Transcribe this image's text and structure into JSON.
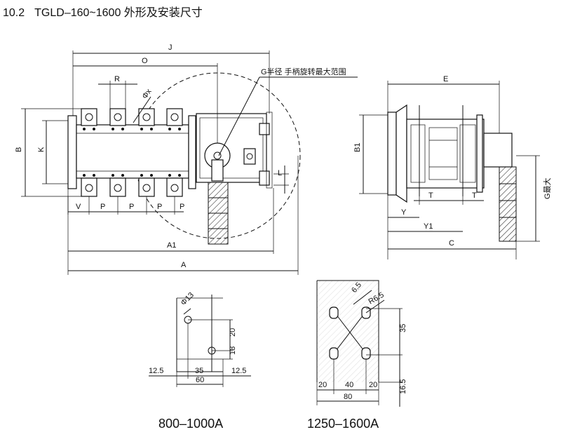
{
  "header": {
    "section_number": "10.2",
    "title": "TGLD–160~1600 外形及安装尺寸"
  },
  "front_view": {
    "dims": {
      "J": "J",
      "O": "O",
      "R": "R",
      "X": "Φx",
      "B": "B",
      "K": "K",
      "V": "V",
      "P": "P",
      "A1": "A1",
      "A": "A",
      "L": "L"
    },
    "callout": "G半径 手柄旋转最大范围"
  },
  "side_view": {
    "dims": {
      "E": "E",
      "B1": "B1",
      "T": "T",
      "Y": "Y",
      "Y1": "Y1",
      "C": "C",
      "G": "G最大"
    }
  },
  "mount_small": {
    "caption": "800–1000A",
    "dims": {
      "hole": "Φ13",
      "h20": "20",
      "h18": "18",
      "w12a": "12.5",
      "w35": "35",
      "w12b": "12.5",
      "w60": "60"
    }
  },
  "mount_large": {
    "caption": "1250–1600A",
    "dims": {
      "d65": "6.5",
      "r65": "R6.5",
      "h35": "35",
      "w20a": "20",
      "w40": "40",
      "w20b": "20",
      "w80": "80",
      "h165": "16.5"
    }
  }
}
